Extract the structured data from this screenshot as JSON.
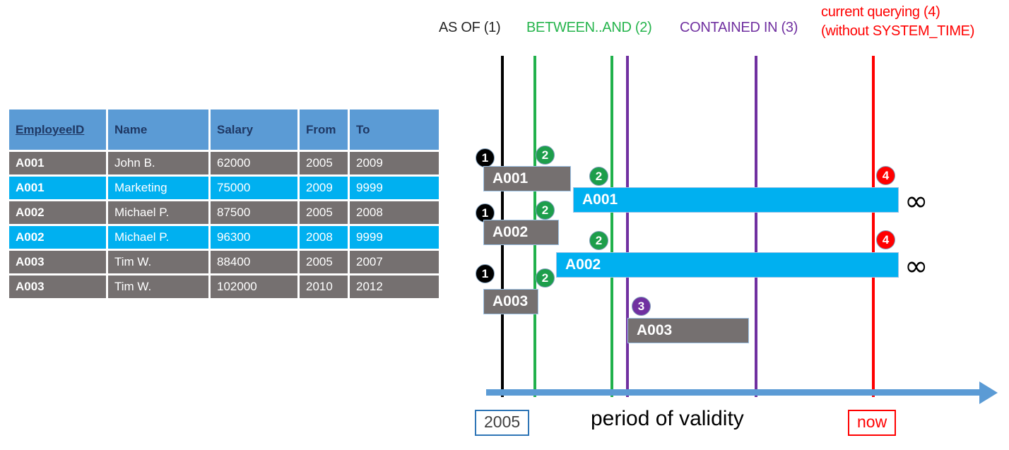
{
  "table": {
    "columns": [
      "EmployeeID",
      "Name",
      "Salary",
      "From",
      "To"
    ],
    "rows": [
      {
        "style": "gray",
        "EmployeeID": "A001",
        "Name": "John  B.",
        "Salary": "62000",
        "From": "2005",
        "To": "2009"
      },
      {
        "style": "cyan",
        "EmployeeID": "A001",
        "Name": "Marketing",
        "Salary": "75000",
        "From": "2009",
        "To": "9999"
      },
      {
        "style": "gray",
        "EmployeeID": "A002",
        "Name": "Michael P.",
        "Salary": "87500",
        "From": "2005",
        "To": "2008"
      },
      {
        "style": "cyan",
        "EmployeeID": "A002",
        "Name": "Michael P.",
        "Salary": "96300",
        "From": "2008",
        "To": "9999"
      },
      {
        "style": "gray",
        "EmployeeID": "A003",
        "Name": "Tim W.",
        "Salary": "88400",
        "From": "2005",
        "To": "2007"
      },
      {
        "style": "gray",
        "EmployeeID": "A003",
        "Name": "Tim W.",
        "Salary": "102000",
        "From": "2010",
        "To": "2012"
      }
    ]
  },
  "legend": {
    "as_of": "AS OF (1)",
    "between_and": "BETWEEN..AND (2)",
    "contained_in": "CONTAINED IN (3)",
    "current_line1": "current querying (4)",
    "current_line2": "(without SYSTEM_TIME)"
  },
  "diagram": {
    "axis_title": "period of validity",
    "start_tag": "2005",
    "end_tag": "now",
    "infinity_symbol": "∞",
    "bars": [
      {
        "label": "A001",
        "style": "gray"
      },
      {
        "label": "A001",
        "style": "cyan"
      },
      {
        "label": "A002",
        "style": "gray"
      },
      {
        "label": "A002",
        "style": "cyan"
      },
      {
        "label": "A003",
        "style": "gray"
      },
      {
        "label": "A003",
        "style": "gray"
      }
    ],
    "markers": [
      {
        "num": "1",
        "style": "m1"
      },
      {
        "num": "2",
        "style": "m2"
      },
      {
        "num": "2",
        "style": "m2"
      },
      {
        "num": "4",
        "style": "m4"
      },
      {
        "num": "1",
        "style": "m1"
      },
      {
        "num": "2",
        "style": "m2"
      },
      {
        "num": "2",
        "style": "m2"
      },
      {
        "num": "4",
        "style": "m4"
      },
      {
        "num": "1",
        "style": "m1"
      },
      {
        "num": "2",
        "style": "m2"
      },
      {
        "num": "3",
        "style": "m3"
      }
    ]
  },
  "colors": {
    "header_blue": "#5B9BD5",
    "row_gray": "#757070",
    "row_cyan": "#00B0F0",
    "green": "#21B14C",
    "purple": "#7030A0",
    "red": "#FF0000",
    "black": "#000000",
    "axis_blue": "#5B9BD5"
  }
}
